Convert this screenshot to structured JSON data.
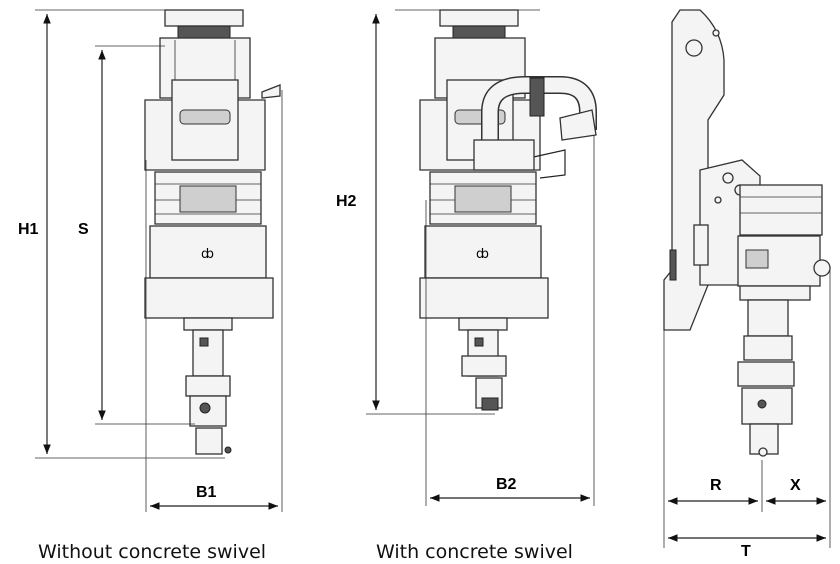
{
  "dimensions": {
    "h1": "H1",
    "s": "S",
    "b1": "B1",
    "h2": "H2",
    "b2": "B2",
    "r": "R",
    "x": "X",
    "t": "T"
  },
  "captions": {
    "left": "Without concrete swivel",
    "middle": "With concrete swivel"
  }
}
